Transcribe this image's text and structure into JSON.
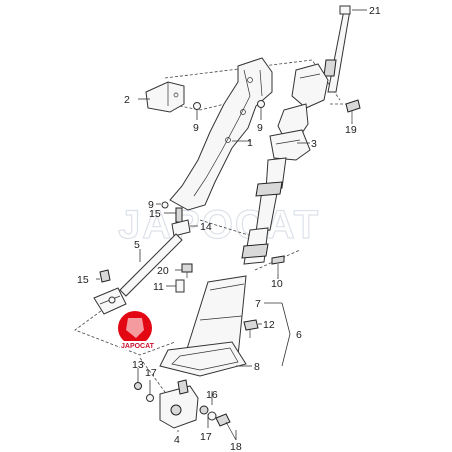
{
  "watermark": {
    "text": "JAPOCAT",
    "color": "#cfd5e0"
  },
  "logo": {
    "text": "JAPOCAT",
    "color": "#e30613"
  },
  "callouts": {
    "c21": "21",
    "c2": "2",
    "c9a": "9",
    "c9b": "9",
    "c1": "1",
    "c3": "3",
    "c19": "19",
    "c9c": "9",
    "c15a": "15",
    "c14": "14",
    "c5": "5",
    "c15b": "15",
    "c20": "20",
    "c11": "11",
    "c7": "7",
    "c12": "12",
    "c6": "6",
    "c10": "10",
    "c8": "8",
    "c13": "13",
    "c17a": "17",
    "c16": "16",
    "c17b": "17",
    "c4": "4",
    "c18": "18"
  }
}
